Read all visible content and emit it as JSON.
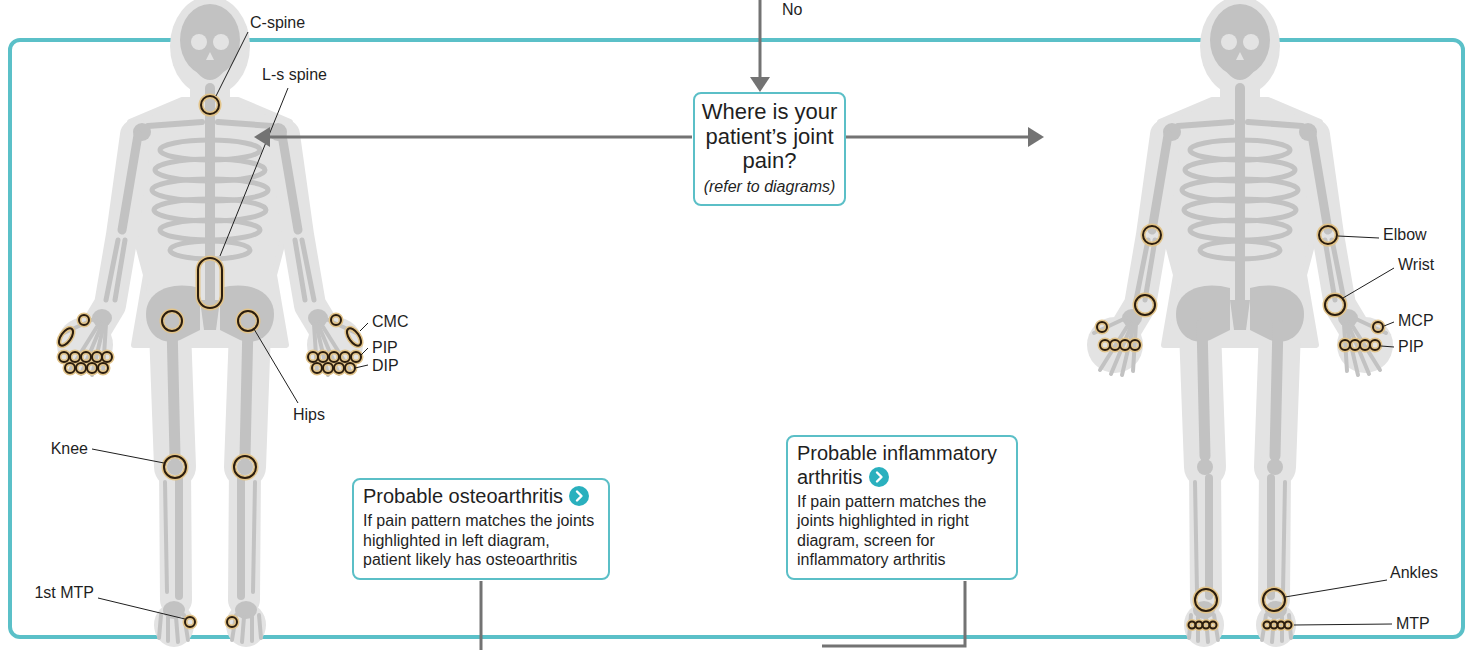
{
  "diagram": {
    "nodes": [
      {
        "text": [
          "Where is your patient’s joint pain?",
          "(refer to diagrams)"
        ]
      },
      {
        "text": [
          "Probable osteoarthritis",
          "If pain pattern matches the joints highlighted in left diagram, patient likely has osteoarthritis"
        ]
      },
      {
        "text": [
          "Probable inflammatory arthritis",
          "If pain pattern matches the joints highlighted in right diagram, screen for inflammatory arthritis"
        ]
      }
    ],
    "labels": [
      "No",
      "C-spine",
      "L-s spine",
      "CMC",
      "PIP",
      "DIP",
      "Hips",
      "Knee",
      "1st MTP",
      "Elbow",
      "Wrist",
      "MCP",
      "PIP",
      "Ankles",
      "MTP"
    ]
  }
}
